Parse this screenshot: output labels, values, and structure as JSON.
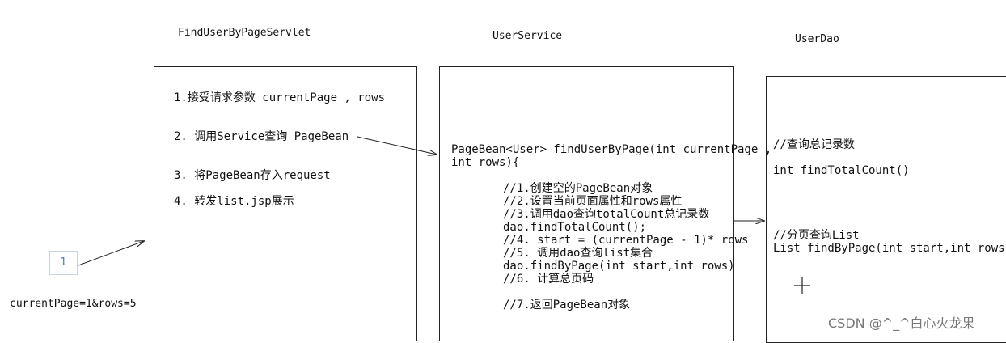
{
  "columns": {
    "servlet_title": "FindUserByPageServlet",
    "service_title": "UserService",
    "dao_title": "UserDao"
  },
  "servlet_box": {
    "step1": "1.接受请求参数 currentPage , rows",
    "step2": "2. 调用Service查询 PageBean",
    "step3": "3. 将PageBean存入request",
    "step4": "4. 转发list.jsp展示"
  },
  "service_box": {
    "sig_line1": "PageBean<User> findUserByPage(int currentPage ,",
    "sig_line2": "int rows){",
    "body_lines": [
      "//1.创建空的PageBean对象",
      "//2.设置当前页面属性和rows属性",
      "//3.调用dao查询totalCount总记录数",
      "dao.findTotalCount();",
      "//4. start = (currentPage - 1)* rows",
      "//5. 调用dao查询list集合",
      "dao.findByPage(int start,int rows)",
      "//6. 计算总页码",
      "//7.返回PageBean对象"
    ]
  },
  "dao_box": {
    "comment1": "//查询总记录数",
    "method1": "int findTotalCount()",
    "comment2": "//分页查询List",
    "method2": "List findByPage(int start,int rows)"
  },
  "request_input": {
    "page_number": "1",
    "query_string": "currentPage=1&rows=5"
  },
  "watermark": "CSDN @^_^白心火龙果"
}
